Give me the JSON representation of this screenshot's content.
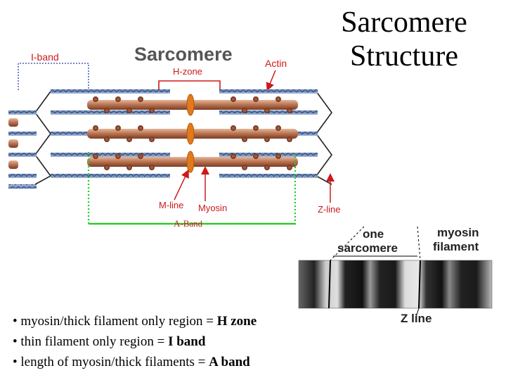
{
  "slide": {
    "title_line1": "Sarcomere",
    "title_line2": "Structure"
  },
  "diagram": {
    "heading": "Sarcomere",
    "i_band": "I-band",
    "h_zone": "H-zone",
    "actin": "Actin",
    "m_line": "M-line",
    "myosin": "Myosin",
    "a_band": "A-Band",
    "z_line": "Z-line",
    "colors": {
      "label_red": "#cc1a1a",
      "i_band_blue": "#2a3fa0",
      "a_band_green": "#22cc22",
      "myosin_brown": "#b5684a",
      "actin_blue": "#3a5f9a"
    }
  },
  "micrograph": {
    "one_sarcomere_line1": "one",
    "one_sarcomere_line2": "sarcomere",
    "myosin_filament_line1": "myosin",
    "myosin_filament_line2": "filament",
    "z_line": "Z line"
  },
  "bullets": [
    {
      "prefix": "• myosin/thick filament only region = ",
      "term": "H zone"
    },
    {
      "prefix": "• thin filament only region = ",
      "term": "I band"
    },
    {
      "prefix": "• length of myosin/thick filaments = ",
      "term": "A band"
    }
  ]
}
